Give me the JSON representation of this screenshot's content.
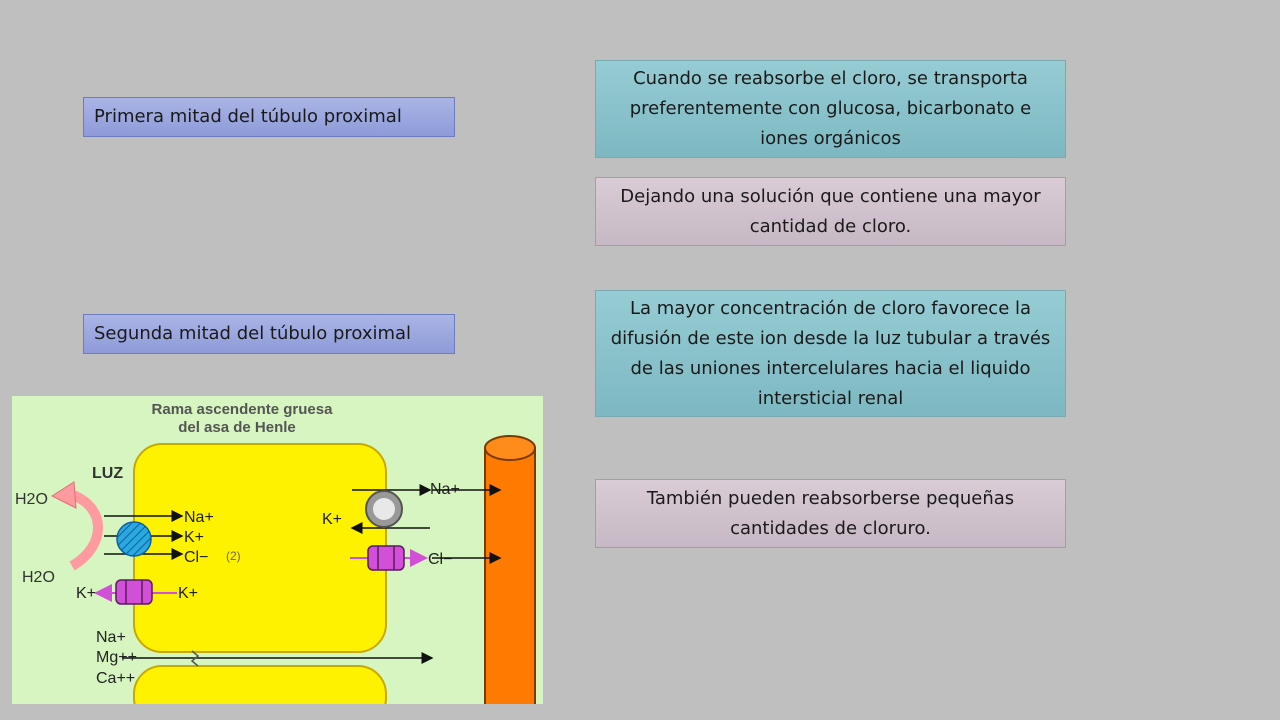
{
  "labels": {
    "first_half": "Primera mitad del túbulo proximal",
    "second_half": "Segunda mitad del túbulo proximal"
  },
  "info": {
    "box1": "Cuando se reabsorbe el cloro, se transporta preferentemente con glucosa, bicarbonato e iones orgánicos",
    "box2": "Dejando una solución que contiene una mayor cantidad de cloro.",
    "box3": "La mayor concentración de cloro favorece la difusión de este ion desde la luz tubular a través de las uniones intercelulares hacia el liquido intersticial renal",
    "box4": "También pueden reabsorberse pequeñas cantidades de cloruro."
  },
  "figure": {
    "title_line1": "Rama ascendente gruesa",
    "title_line2": "del asa de Henle",
    "luz": "LUZ",
    "h2o_top": "H2O",
    "h2o_bottom": "H2O",
    "na": "Na+",
    "k": "K+",
    "cl": "Cl−",
    "num2": "(2)",
    "k_left": "K+",
    "k_mid": "K+",
    "na_right": "Na+",
    "k_right": "K+",
    "cl_right": "Cl−",
    "na_bottom": "Na+",
    "mg_bottom": "Mg++",
    "ca_bottom": "Ca++",
    "colors": {
      "background": "#d6f5c0",
      "cell": "#fff200",
      "vessel": "#ff7a00",
      "pump": "#d24fd8",
      "cotransporter": "#2aa9e0",
      "arrow_curve": "#ff9aa0"
    }
  }
}
